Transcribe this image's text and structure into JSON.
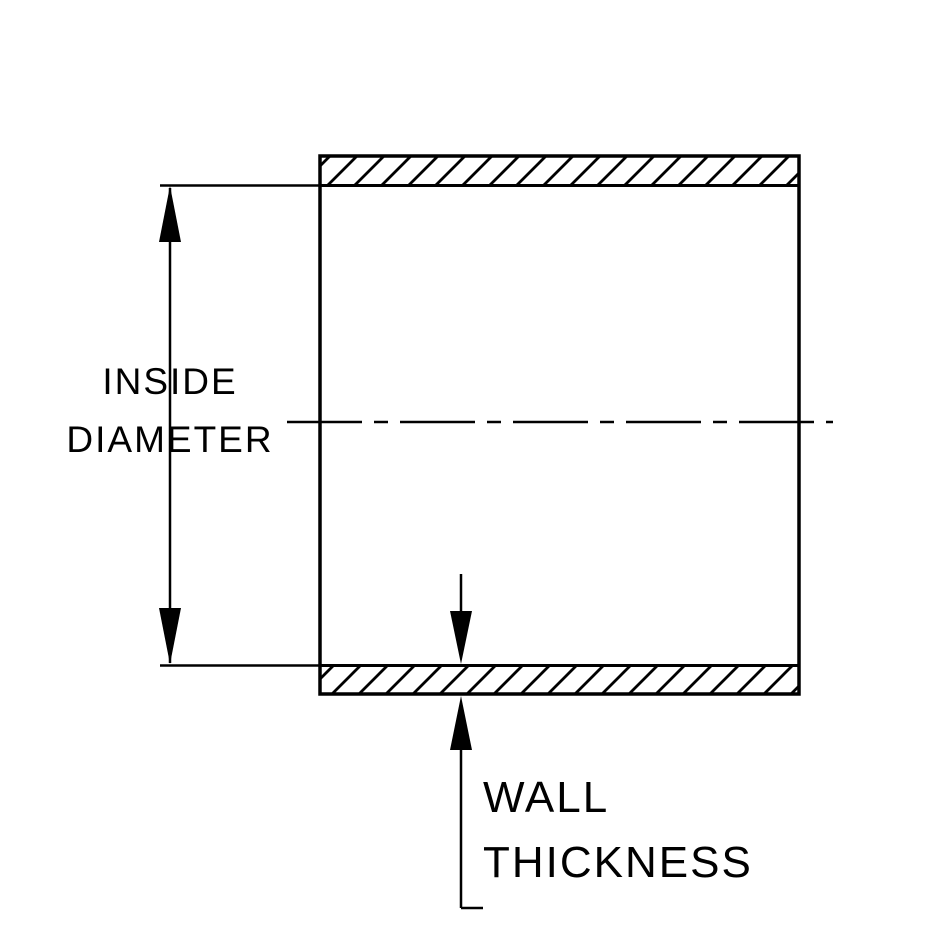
{
  "diagram": {
    "type": "technical-drawing",
    "labels": {
      "inside_line1": "INSIDE",
      "inside_line2": "DIAMETER",
      "wall_line1": "WALL",
      "wall_line2": "THICKNESS"
    },
    "colors": {
      "line": "#000000",
      "background": "#ffffff"
    }
  }
}
